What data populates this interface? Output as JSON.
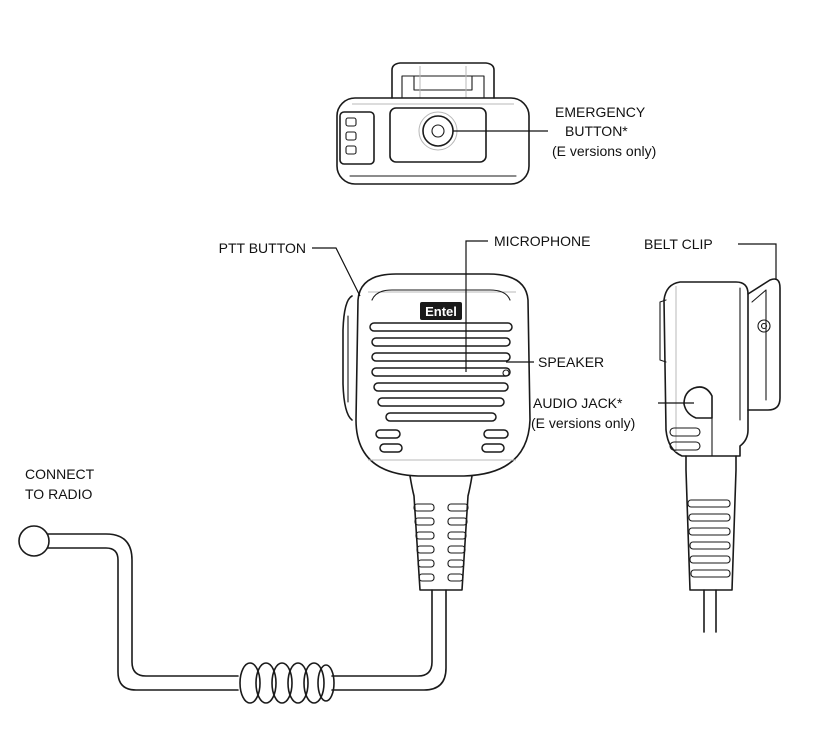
{
  "brand": "Entel",
  "labels": {
    "emergency_line1": "EMERGENCY",
    "emergency_line2": "BUTTON*",
    "emergency_line3": "(E versions only)",
    "ptt": "PTT BUTTON",
    "microphone": "MICROPHONE",
    "belt_clip": "BELT CLIP",
    "speaker": "SPEAKER",
    "audio_line1": "AUDIO JACK*",
    "audio_line2": "(E versions only)",
    "connect_line1": "CONNECT",
    "connect_line2": "TO RADIO"
  }
}
